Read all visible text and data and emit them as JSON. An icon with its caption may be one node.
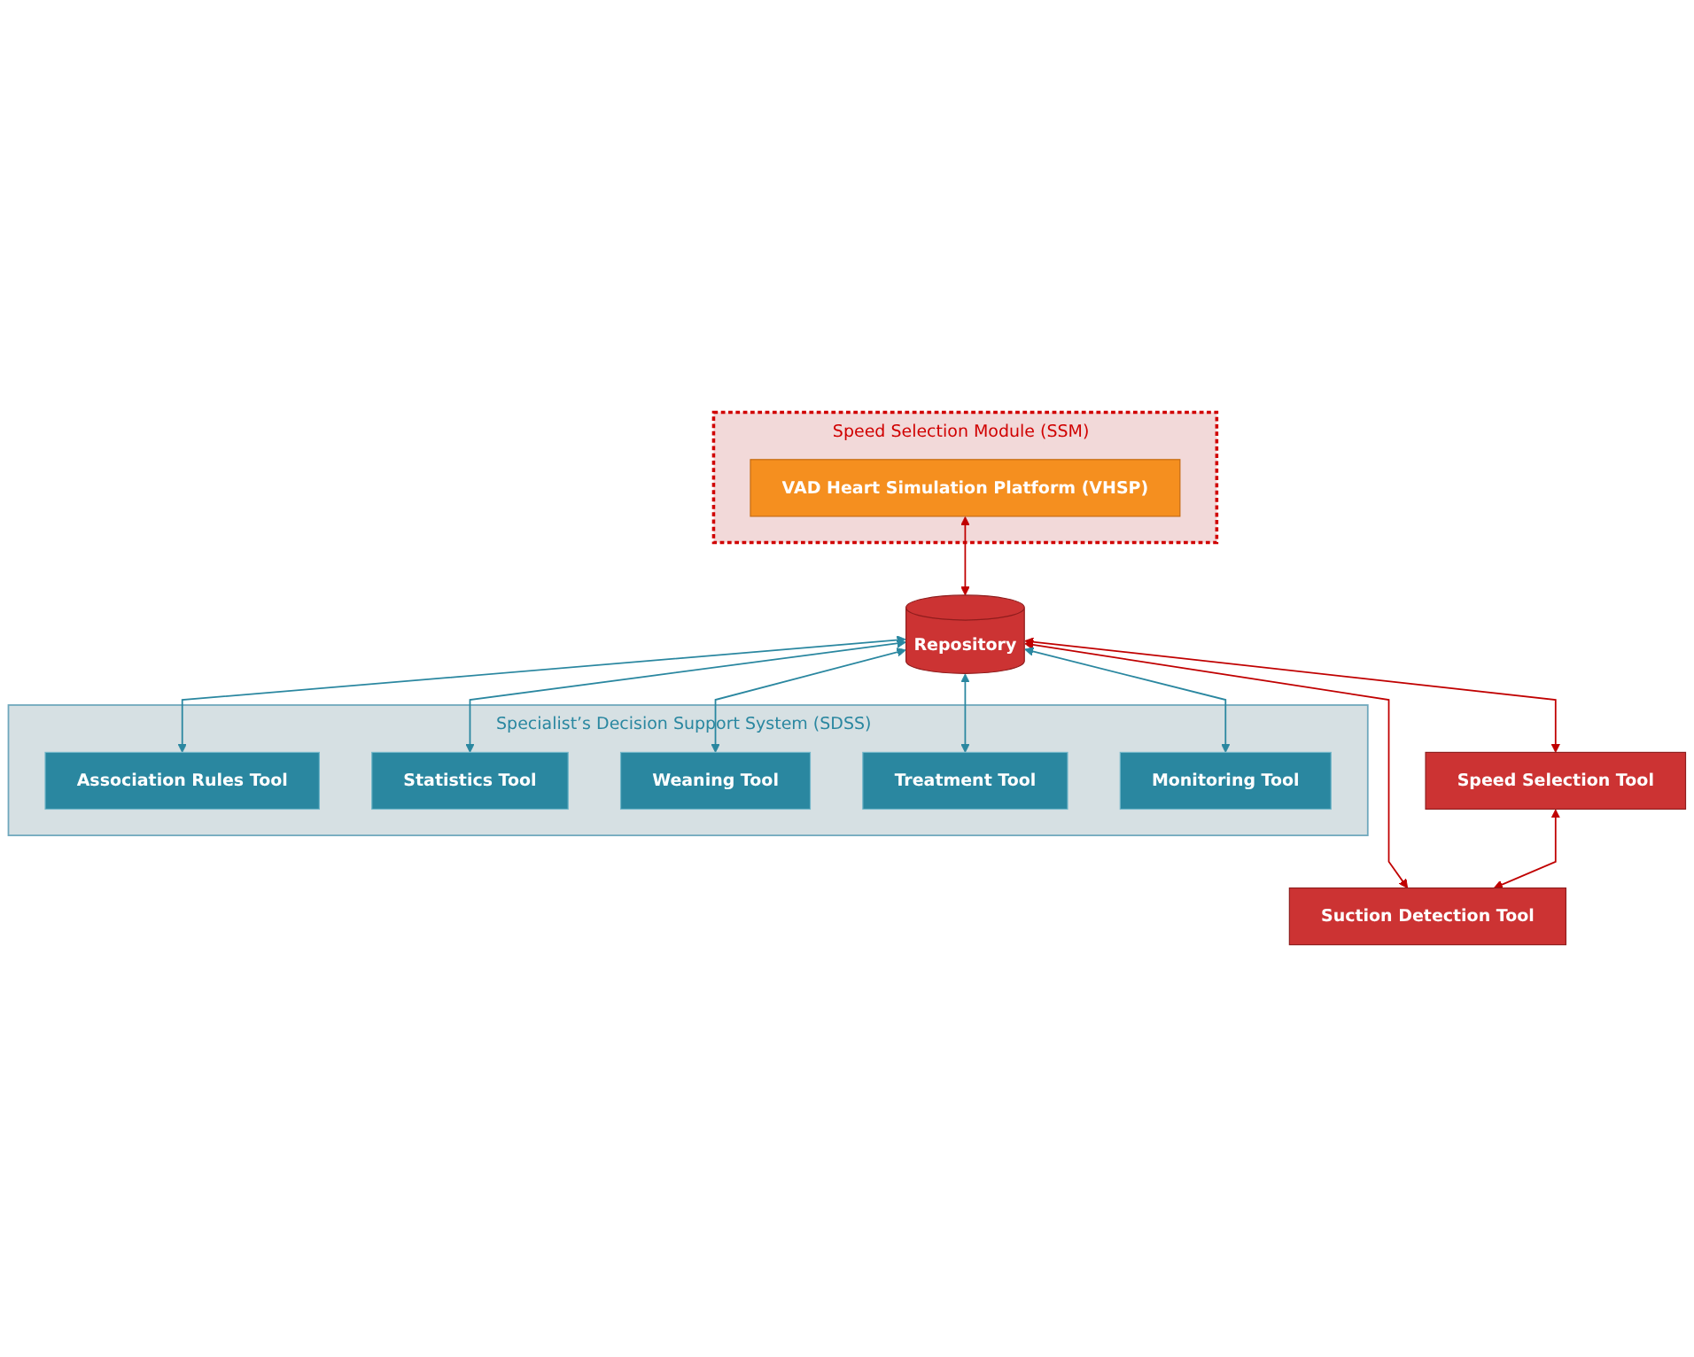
{
  "diagram": {
    "nodes": [
      {
        "text": [
          "Speed Selection Module (SSM)"
        ]
      },
      {
        "text": [
          "VAD Heart Simulation Platform (VHSP)"
        ],
        "in": 0
      },
      {
        "text": [
          "Specialist’s Decision Support System (SDSS)"
        ]
      },
      {
        "text": [
          "Repository"
        ]
      },
      {
        "text": [
          "Speed Selection Tool"
        ]
      },
      {
        "text": [
          "Suction Detection Tool"
        ]
      },
      {
        "text": [
          "Association Rules Tool"
        ],
        "in": 2
      },
      {
        "text": [
          "Statistics Tool"
        ],
        "in": 2
      },
      {
        "text": [
          "Weaning Tool"
        ],
        "in": 2
      },
      {
        "text": [
          "Treatment Tool"
        ],
        "in": 2
      },
      {
        "text": [
          "Monitoring Tool"
        ],
        "in": 2
      }
    ],
    "edges": [
      {
        "from": 1,
        "to": 3,
        "arrow": "both",
        "color": "#c00000"
      },
      {
        "from": 3,
        "to": 4,
        "arrow": "both",
        "color": "#c00000"
      },
      {
        "from": 3,
        "to": 5,
        "arrow": "both",
        "color": "#c00000"
      },
      {
        "from": 4,
        "to": 5,
        "arrow": "both",
        "color": "#c00000"
      },
      {
        "from": 3,
        "to": 6,
        "arrow": "both"
      },
      {
        "from": 3,
        "to": 7,
        "arrow": "both"
      },
      {
        "from": 3,
        "to": 8,
        "arrow": "both"
      },
      {
        "from": 3,
        "to": 9,
        "arrow": "both"
      },
      {
        "from": 3,
        "to": 10,
        "arrow": "both"
      }
    ]
  }
}
